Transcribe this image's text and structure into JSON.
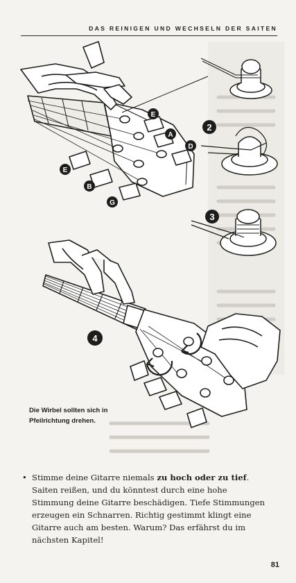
{
  "header": {
    "running_title": "DAS REINIGEN UND WECHSELN DER SAITEN"
  },
  "illustration": {
    "markers": {
      "a": "A",
      "b": "B",
      "d": "D",
      "e": "E",
      "g": "G",
      "step2": "2",
      "step3": "3",
      "step4": "4"
    },
    "caption": "Die Wirbel sollten sich in Pfeilrichtung drehen."
  },
  "body": {
    "bullet": "•",
    "text_lead": "Stimme deine Gitarre niemals ",
    "text_bold": "zu hoch oder zu tief",
    "text_rest": ". Saiten reißen, und du könntest durch eine hohe Stimmung deine Gitarre beschädigen. Tiefe Stimmungen erzeugen ein Schnarren. Richtig gestimmt klingt eine Gitarre auch am besten. Warum? Das erfährst du im nächsten Kapitel!"
  },
  "footer": {
    "page_number": "81"
  }
}
